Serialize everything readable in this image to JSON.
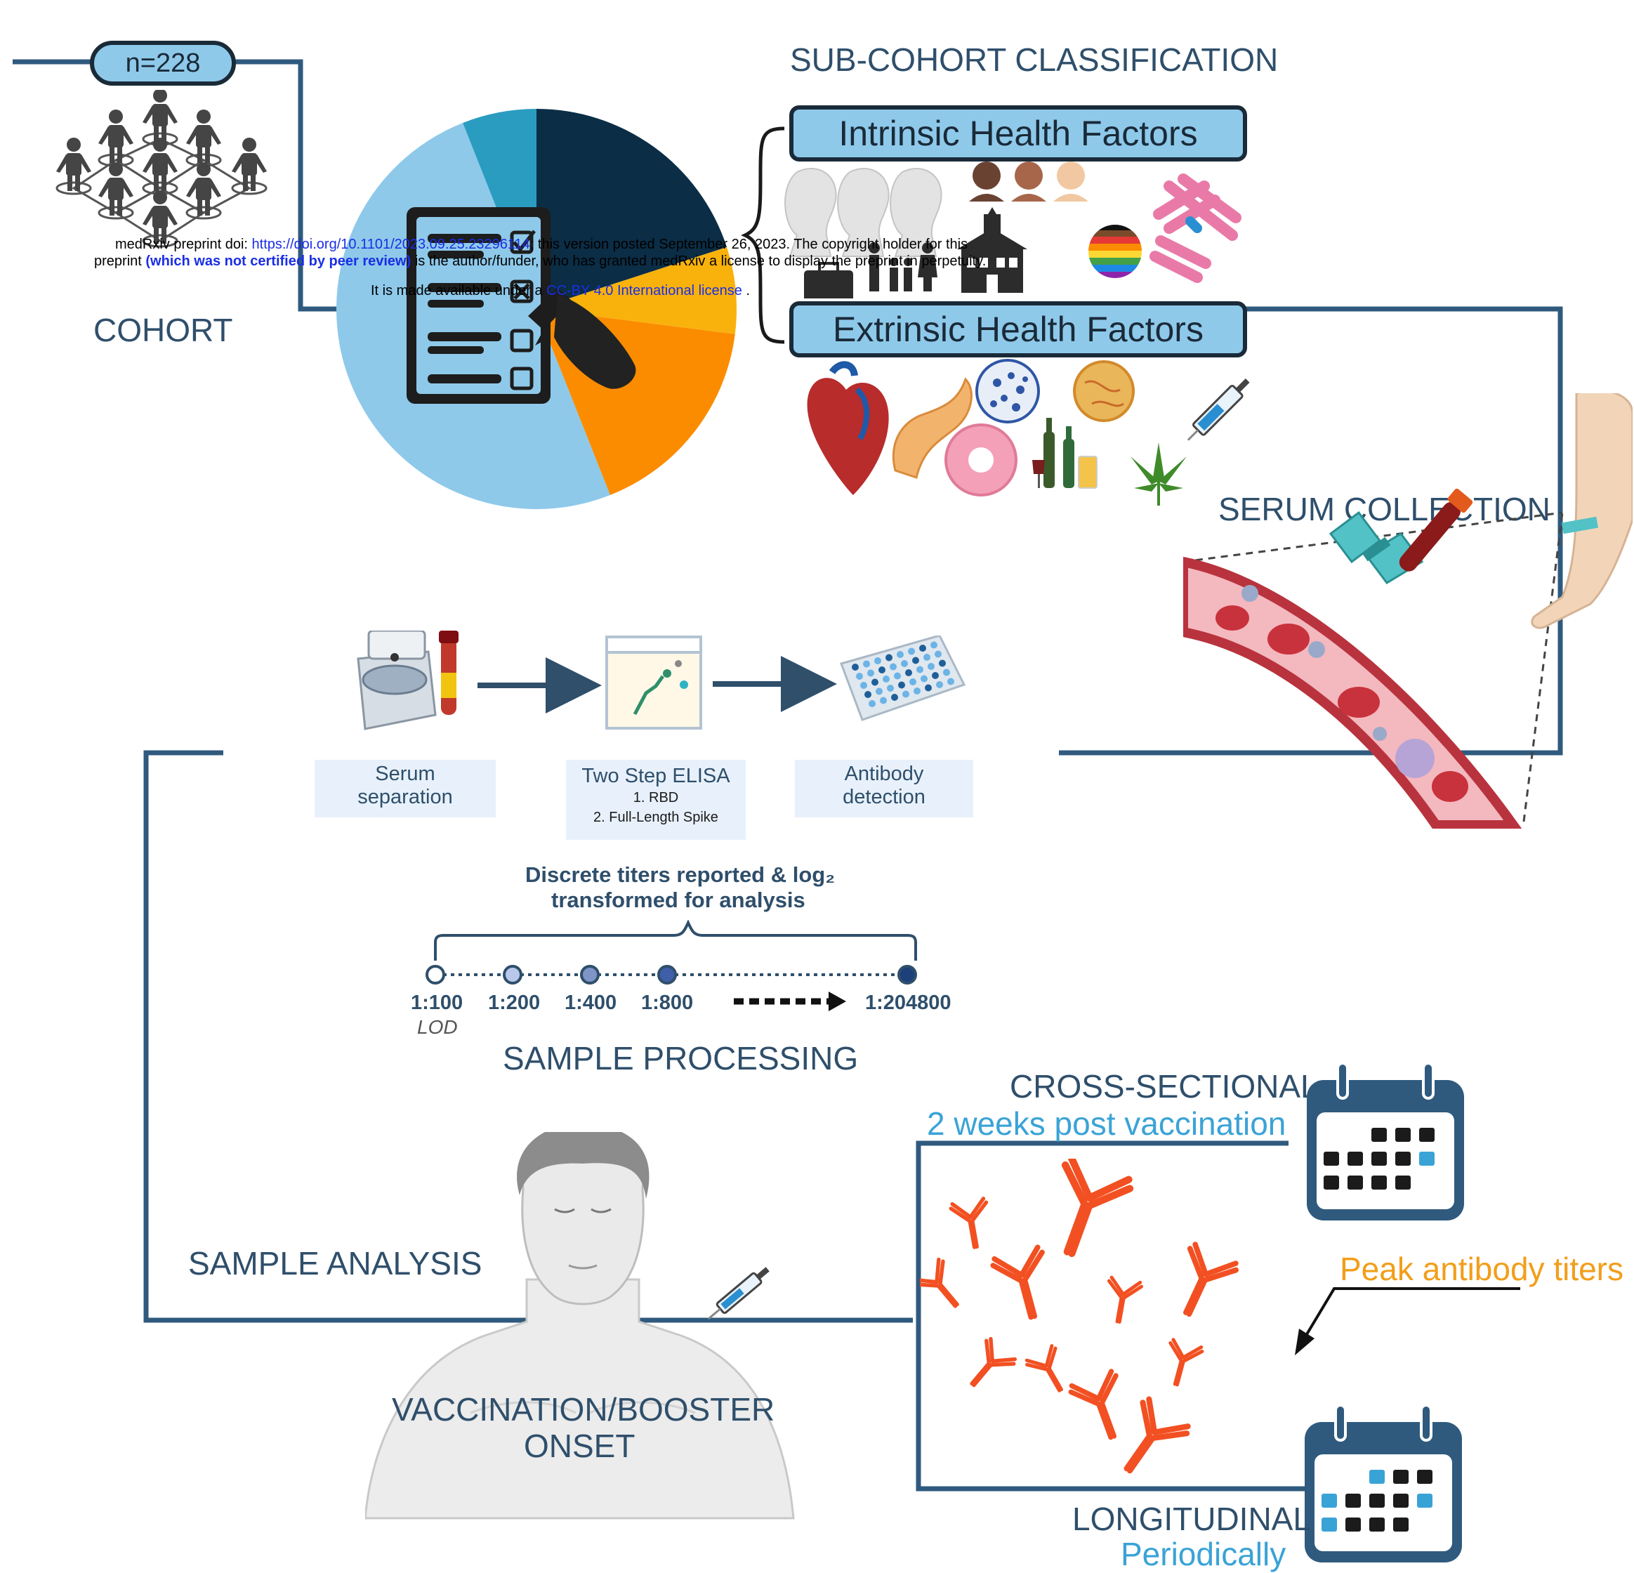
{
  "cohort": {
    "count_label": "n=228",
    "title": "COHORT"
  },
  "classification": {
    "title": "SUB-COHORT CLASSIFICATION",
    "intrinsic_label": "Intrinsic Health Factors",
    "extrinsic_label": "Extrinsic Health Factors"
  },
  "pie": {
    "slices": [
      {
        "fraction": 0.2,
        "color": "#0b2d45"
      },
      {
        "fraction": 0.07,
        "color": "#f9b20c"
      },
      {
        "fraction": 0.17,
        "color": "#fb8c00"
      },
      {
        "fraction": 0.5,
        "color": "#8ec9ea"
      },
      {
        "fraction": 0.06,
        "color": "#2a9cc0"
      }
    ]
  },
  "serum": {
    "title": "SERUM COLLECTION"
  },
  "processing": {
    "title": "SAMPLE PROCESSING",
    "steps": [
      {
        "label_line1": "Serum",
        "label_line2": "separation"
      },
      {
        "label_line1": "Two Step ELISA",
        "sub1": "1. RBD",
        "sub2": "2. Full-Length Spike"
      },
      {
        "label_line1": "Antibody",
        "label_line2": "detection"
      }
    ],
    "titer_note_line1": "Discrete titers reported & log₂",
    "titer_note_line2": "transformed for analysis",
    "titers": [
      "1:100",
      "1:200",
      "1:400",
      "1:800",
      "1:204800"
    ],
    "lod_label": "LOD"
  },
  "analysis": {
    "title": "SAMPLE ANALYSIS"
  },
  "vaccination": {
    "line1": "VACCINATION/BOOSTER",
    "line2": "ONSET"
  },
  "timing": {
    "cross_title": "CROSS-SECTIONAL",
    "cross_sub": "2 weeks post vaccination",
    "long_title": "LONGITUDINAL",
    "long_sub": "Periodically",
    "peak_label": "Peak antibody titers"
  },
  "preprint_notice": {
    "line1_a": "medRxiv preprint doi: ",
    "doi_link": "https://doi.org/10.1101/2023.09.25.23296114",
    "line1_b": "; this version posted September 26, 2023. The copyright holder for this",
    "line2_a": "preprint ",
    "line2_bold": "(which was not certified by peer review)",
    "line2_b": " is the author/funder, who has granted medRxiv a license to display the preprint in perpetuity.",
    "line3_a": "It is made available under a ",
    "license_link": "CC-BY 4.0 International license",
    "line3_b": " ."
  },
  "colors": {
    "frame": "#2f5a7e",
    "dark_navy": "#1a2a38",
    "light_blue": "#8ec9ea",
    "orange": "#fb8c00",
    "antibody": "#f25022",
    "cyan": "#3aa3d6"
  }
}
